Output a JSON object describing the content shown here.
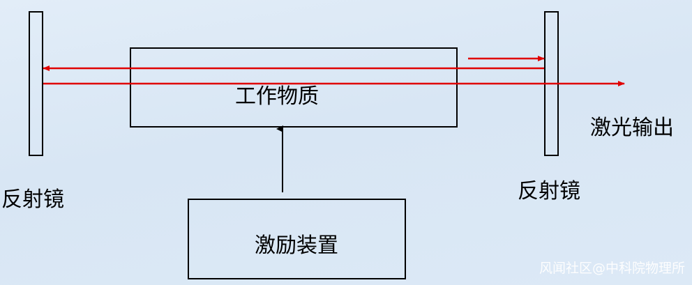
{
  "labels": {
    "left_mirror": "反射镜",
    "right_mirror": "反射镜",
    "medium": "工作物质",
    "pump": "激励装置",
    "output": "激光输出"
  },
  "watermark": "风闻社区@中科院物理所",
  "colors": {
    "beam": "#e00000",
    "outline": "#000000",
    "background": "#dce8f5"
  }
}
